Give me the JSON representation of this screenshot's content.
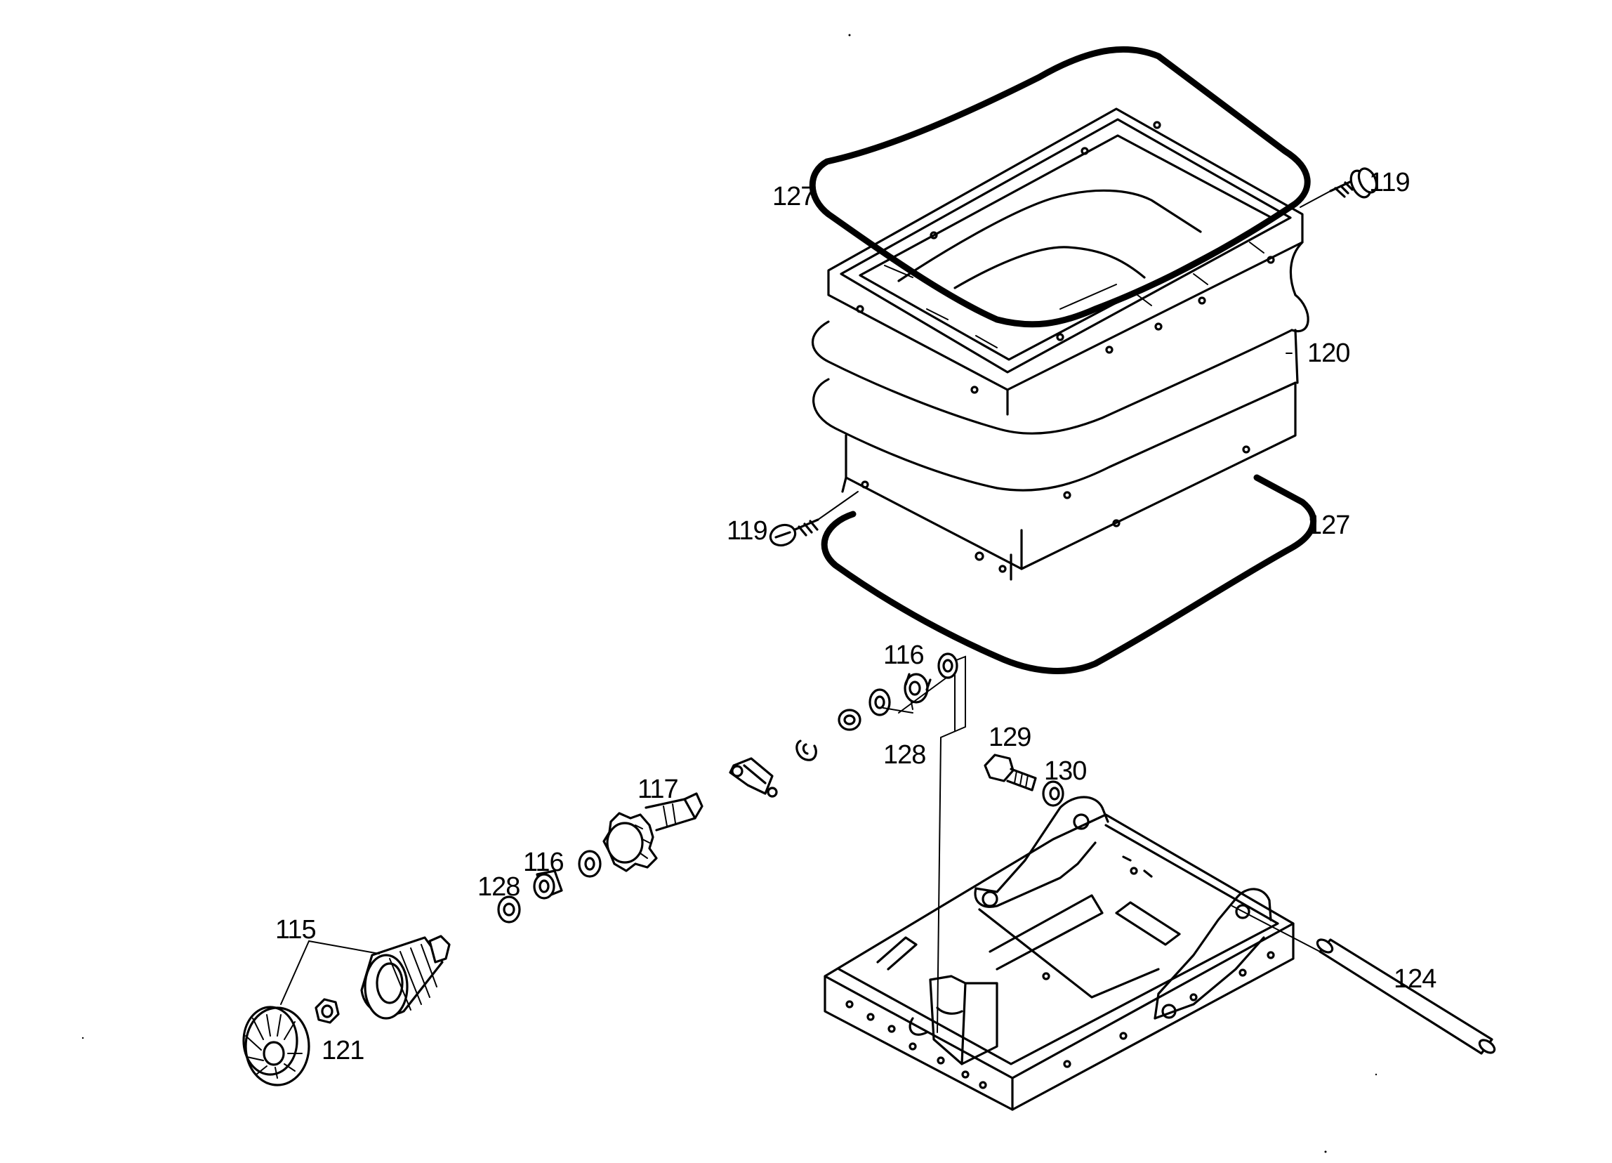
{
  "diagram": {
    "callouts": {
      "c115": "115",
      "c116a": "116",
      "c116b": "116",
      "c117": "117",
      "c119a": "119",
      "c119b": "119",
      "c120": "120",
      "c121": "121",
      "c124": "124",
      "c127a": "127",
      "c127b": "127",
      "c128a": "128",
      "c128b": "128",
      "c129": "129",
      "c130": "130"
    }
  }
}
